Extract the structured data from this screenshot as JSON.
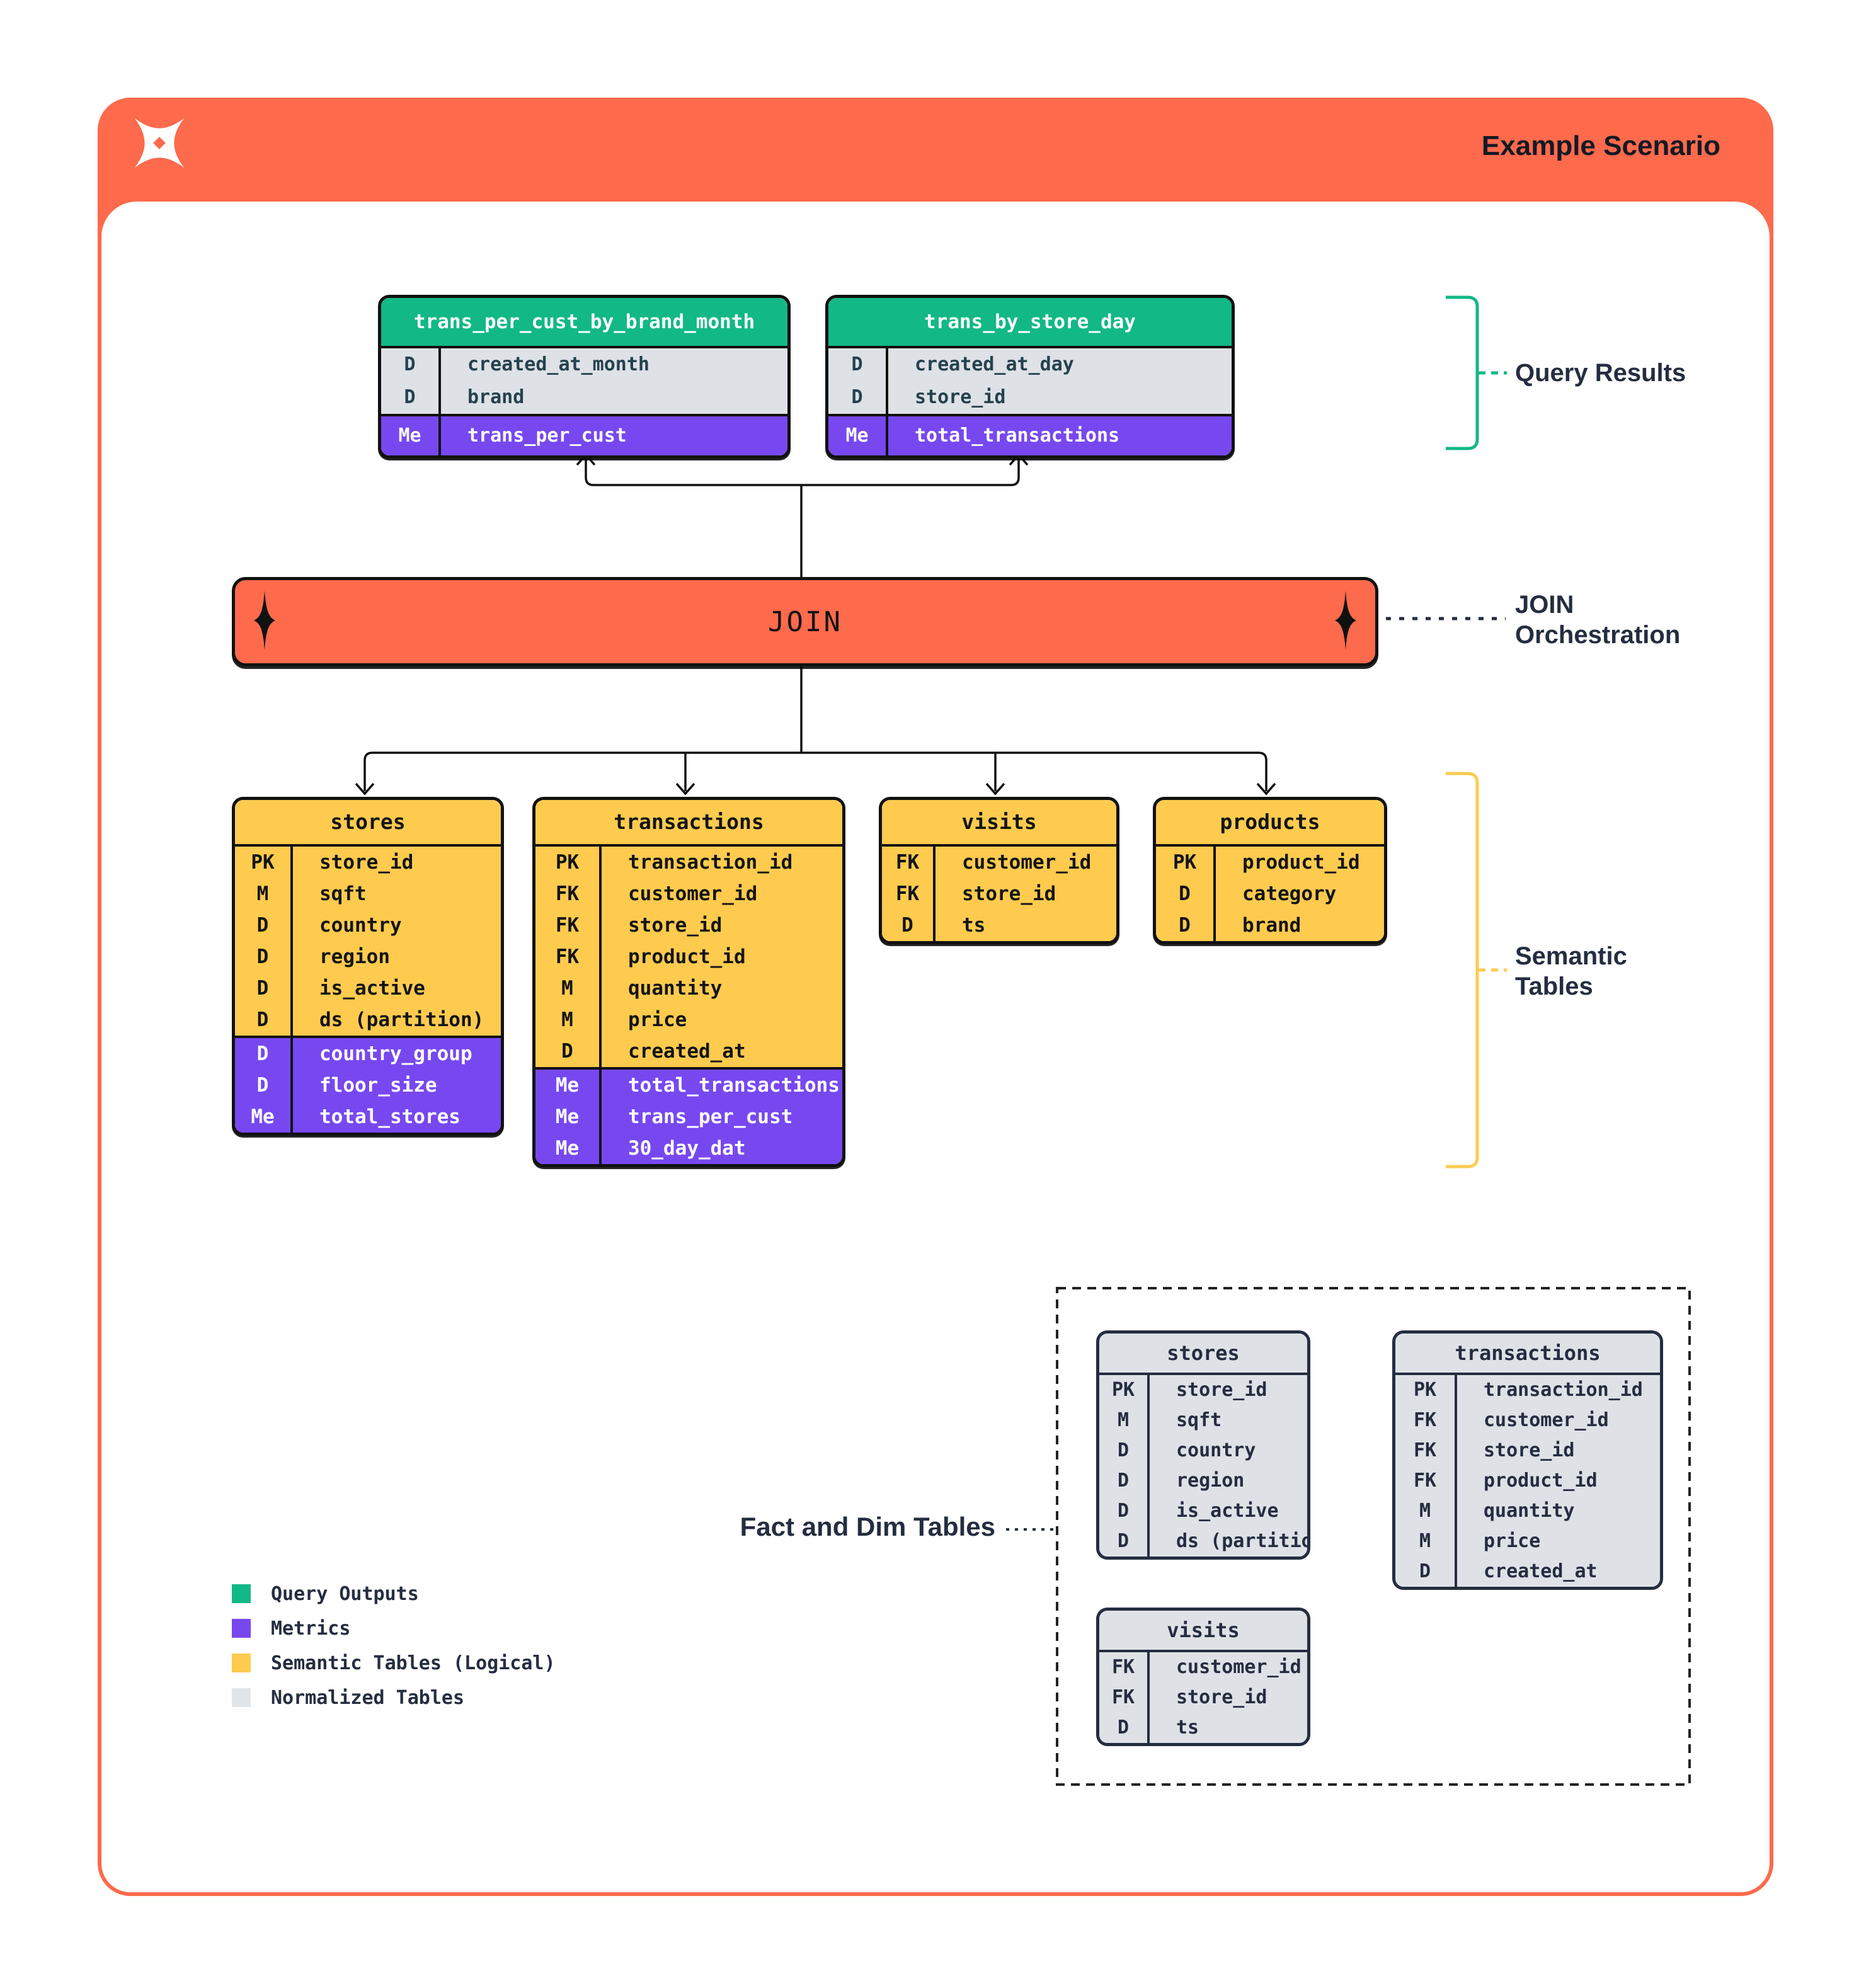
{
  "header": {
    "title": "Example Scenario",
    "logo": "x-star-logo",
    "bar_color": "#FE6A4C"
  },
  "colors": {
    "orange": "#FE6A4C",
    "green": "#12B886",
    "purple": "#7748F0",
    "yellow": "#FECB4F",
    "gray": "#DEE1E6",
    "ink": "#252D40"
  },
  "labels": {
    "query_results": "Query Results",
    "join_orchestration": "JOIN\nOrchestration",
    "semantic_tables": "Semantic\nTables",
    "fact_dim": "Fact and Dim Tables"
  },
  "join": {
    "label": "JOIN"
  },
  "query_results_tables": [
    {
      "name": "trans_per_cust_by_brand_month",
      "dims": [
        {
          "k": "D",
          "f": "created_at_month"
        },
        {
          "k": "D",
          "f": "brand"
        }
      ],
      "mets": [
        {
          "k": "Me",
          "f": "trans_per_cust"
        }
      ]
    },
    {
      "name": "trans_by_store_day",
      "dims": [
        {
          "k": "D",
          "f": "created_at_day"
        },
        {
          "k": "D",
          "f": "store_id"
        }
      ],
      "mets": [
        {
          "k": "Me",
          "f": "total_transactions"
        }
      ]
    }
  ],
  "semantic_tables": [
    {
      "name": "stores",
      "dims": [
        {
          "k": "PK",
          "f": "store_id"
        },
        {
          "k": "M",
          "f": "sqft"
        },
        {
          "k": "D",
          "f": "country"
        },
        {
          "k": "D",
          "f": "region"
        },
        {
          "k": "D",
          "f": "is_active"
        },
        {
          "k": "D",
          "f": "ds (partition)"
        }
      ],
      "mets": [
        {
          "k": "D",
          "f": "country_group"
        },
        {
          "k": "D",
          "f": "floor_size"
        },
        {
          "k": "Me",
          "f": "total_stores"
        }
      ]
    },
    {
      "name": "transactions",
      "dims": [
        {
          "k": "PK",
          "f": "transaction_id"
        },
        {
          "k": "FK",
          "f": "customer_id"
        },
        {
          "k": "FK",
          "f": "store_id"
        },
        {
          "k": "FK",
          "f": "product_id"
        },
        {
          "k": "M",
          "f": "quantity"
        },
        {
          "k": "M",
          "f": "price"
        },
        {
          "k": "D",
          "f": "created_at"
        }
      ],
      "mets": [
        {
          "k": "Me",
          "f": "total_transactions"
        },
        {
          "k": "Me",
          "f": "trans_per_cust"
        },
        {
          "k": "Me",
          "f": "30_day_dat"
        }
      ]
    },
    {
      "name": "visits",
      "dims": [
        {
          "k": "FK",
          "f": "customer_id"
        },
        {
          "k": "FK",
          "f": "store_id"
        },
        {
          "k": "D",
          "f": "ts"
        }
      ],
      "mets": []
    },
    {
      "name": "products",
      "dims": [
        {
          "k": "PK",
          "f": "product_id"
        },
        {
          "k": "D",
          "f": "category"
        },
        {
          "k": "D",
          "f": "brand"
        }
      ],
      "mets": []
    }
  ],
  "normalized_tables": [
    {
      "name": "stores",
      "rows": [
        {
          "k": "PK",
          "f": "store_id"
        },
        {
          "k": "M",
          "f": "sqft"
        },
        {
          "k": "D",
          "f": "country"
        },
        {
          "k": "D",
          "f": "region"
        },
        {
          "k": "D",
          "f": "is_active"
        },
        {
          "k": "D",
          "f": "ds (partition)"
        }
      ]
    },
    {
      "name": "transactions",
      "rows": [
        {
          "k": "PK",
          "f": "transaction_id"
        },
        {
          "k": "FK",
          "f": "customer_id"
        },
        {
          "k": "FK",
          "f": "store_id"
        },
        {
          "k": "FK",
          "f": "product_id"
        },
        {
          "k": "M",
          "f": "quantity"
        },
        {
          "k": "M",
          "f": "price"
        },
        {
          "k": "D",
          "f": "created_at"
        }
      ]
    },
    {
      "name": "visits",
      "rows": [
        {
          "k": "FK",
          "f": "customer_id"
        },
        {
          "k": "FK",
          "f": "store_id"
        },
        {
          "k": "D",
          "f": "ts"
        }
      ]
    }
  ],
  "legend": [
    {
      "label": "Query Outputs",
      "color": "#12B886"
    },
    {
      "label": "Metrics",
      "color": "#7748F0"
    },
    {
      "label": "Semantic Tables (Logical)",
      "color": "#FECB4F"
    },
    {
      "label": "Normalized Tables",
      "color": "#E2E5E9"
    }
  ]
}
